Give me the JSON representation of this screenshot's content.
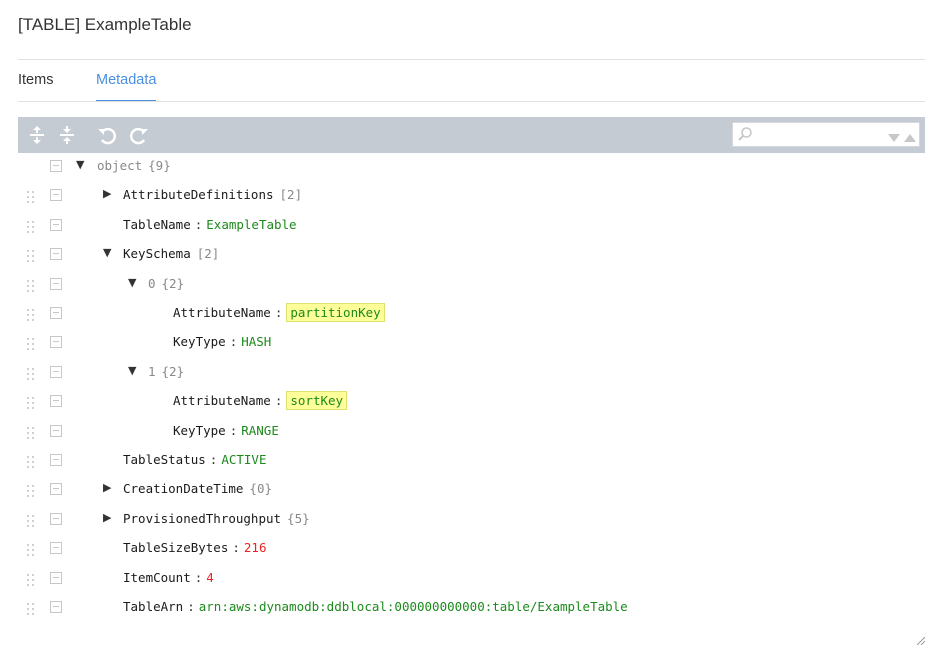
{
  "header": {
    "title": "[TABLE] ExampleTable"
  },
  "tabs": [
    {
      "label": "Items",
      "active": false
    },
    {
      "label": "Metadata",
      "active": true
    }
  ],
  "toolbar": {
    "expand_all_icon": "expand-all-icon",
    "collapse_all_icon": "collapse-all-icon",
    "undo_icon": "undo-icon",
    "redo_icon": "redo-icon",
    "search": {
      "placeholder": "",
      "value": ""
    }
  },
  "colors": {
    "toolbar_bg": "#c5cbd3",
    "accent": "#4a90e2",
    "string_value": "#1c8a1c",
    "number_value": "#ee2222",
    "highlight": "#ffff99"
  },
  "tree": {
    "root": {
      "label": "object",
      "count": "{9}"
    },
    "rows": [
      {
        "key": "AttributeDefinitions",
        "count": "[2]"
      },
      {
        "key": "TableName",
        "value": "ExampleTable"
      },
      {
        "key": "KeySchema",
        "count": "[2]"
      },
      {
        "key": "0",
        "count": "{2}"
      },
      {
        "key": "AttributeName",
        "value": "partitionKey"
      },
      {
        "key": "KeyType",
        "value": "HASH"
      },
      {
        "key": "1",
        "count": "{2}"
      },
      {
        "key": "AttributeName",
        "value": "sortKey"
      },
      {
        "key": "KeyType",
        "value": "RANGE"
      },
      {
        "key": "TableStatus",
        "value": "ACTIVE"
      },
      {
        "key": "CreationDateTime",
        "count": "{0}"
      },
      {
        "key": "ProvisionedThroughput",
        "count": "{5}"
      },
      {
        "key": "TableSizeBytes",
        "value": "216"
      },
      {
        "key": "ItemCount",
        "value": "4"
      },
      {
        "key": "TableArn",
        "value": "arn:aws:dynamodb:ddblocal:000000000000:table/ExampleTable"
      }
    ]
  }
}
